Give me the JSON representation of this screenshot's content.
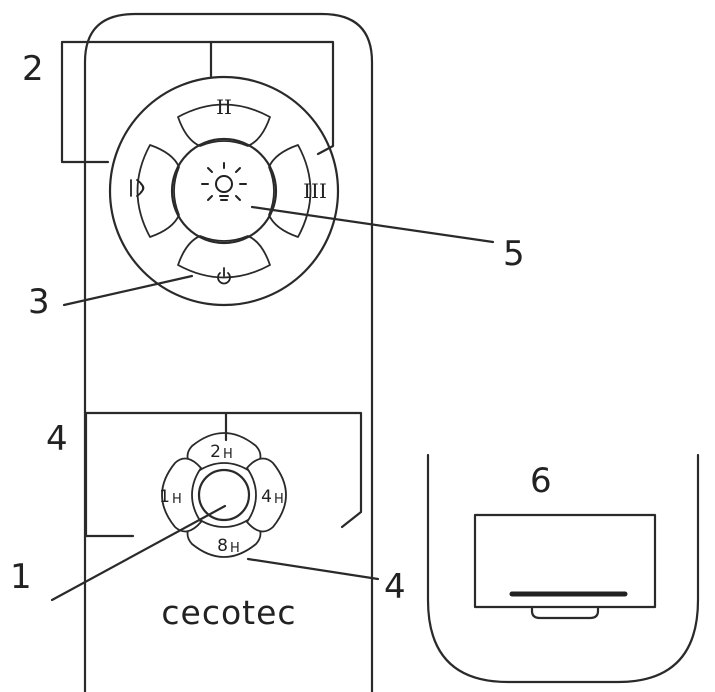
{
  "callouts": {
    "c1": "1",
    "c2": "2",
    "c3": "3",
    "c4_top": "4",
    "c4_bottom": "4",
    "c5": "5",
    "c6": "6"
  },
  "speed_buttons": {
    "speed_2": "II",
    "speed_3": "III"
  },
  "timer_buttons": {
    "t2_num": "2",
    "t1_num": "1",
    "t4_num": "4",
    "t8_num": "8",
    "unit": "H"
  },
  "brand": "cecotec",
  "icons": {
    "light": "lightbulb-icon",
    "power": "power-icon",
    "breeze": "breeze-mode-icon"
  },
  "colors": {
    "stroke": "#2a2a2a",
    "background": "#ffffff"
  }
}
